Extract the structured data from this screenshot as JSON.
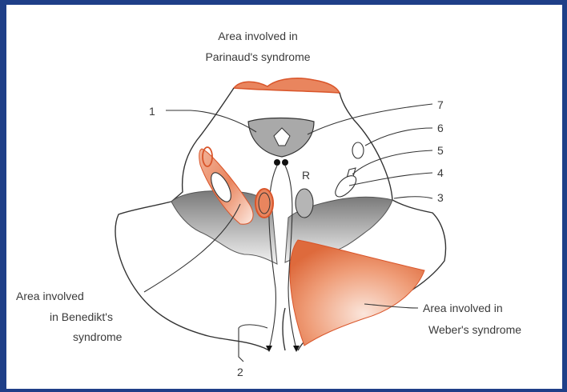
{
  "labels": {
    "parinaud_line1": "Area involved in",
    "parinaud_line2": "Parinaud's syndrome",
    "benedikt_line1": "Area involved",
    "benedikt_line2": "in Benedikt's",
    "benedikt_line3": "syndrome",
    "weber_line1": "Area involved in",
    "weber_line2": "Weber's syndrome",
    "num_1": "1",
    "num_2": "2",
    "num_3": "3",
    "num_4": "4",
    "num_5": "5",
    "num_6": "6",
    "num_7": "7",
    "red_nucleus_letter": "R"
  },
  "colors": {
    "frame_border": "#1f3f88",
    "orange_fill": "#e9855e",
    "orange_stroke": "#d9552a",
    "grey_band": "#a9a9a9",
    "grey_nucleus": "#b5b5b5"
  }
}
